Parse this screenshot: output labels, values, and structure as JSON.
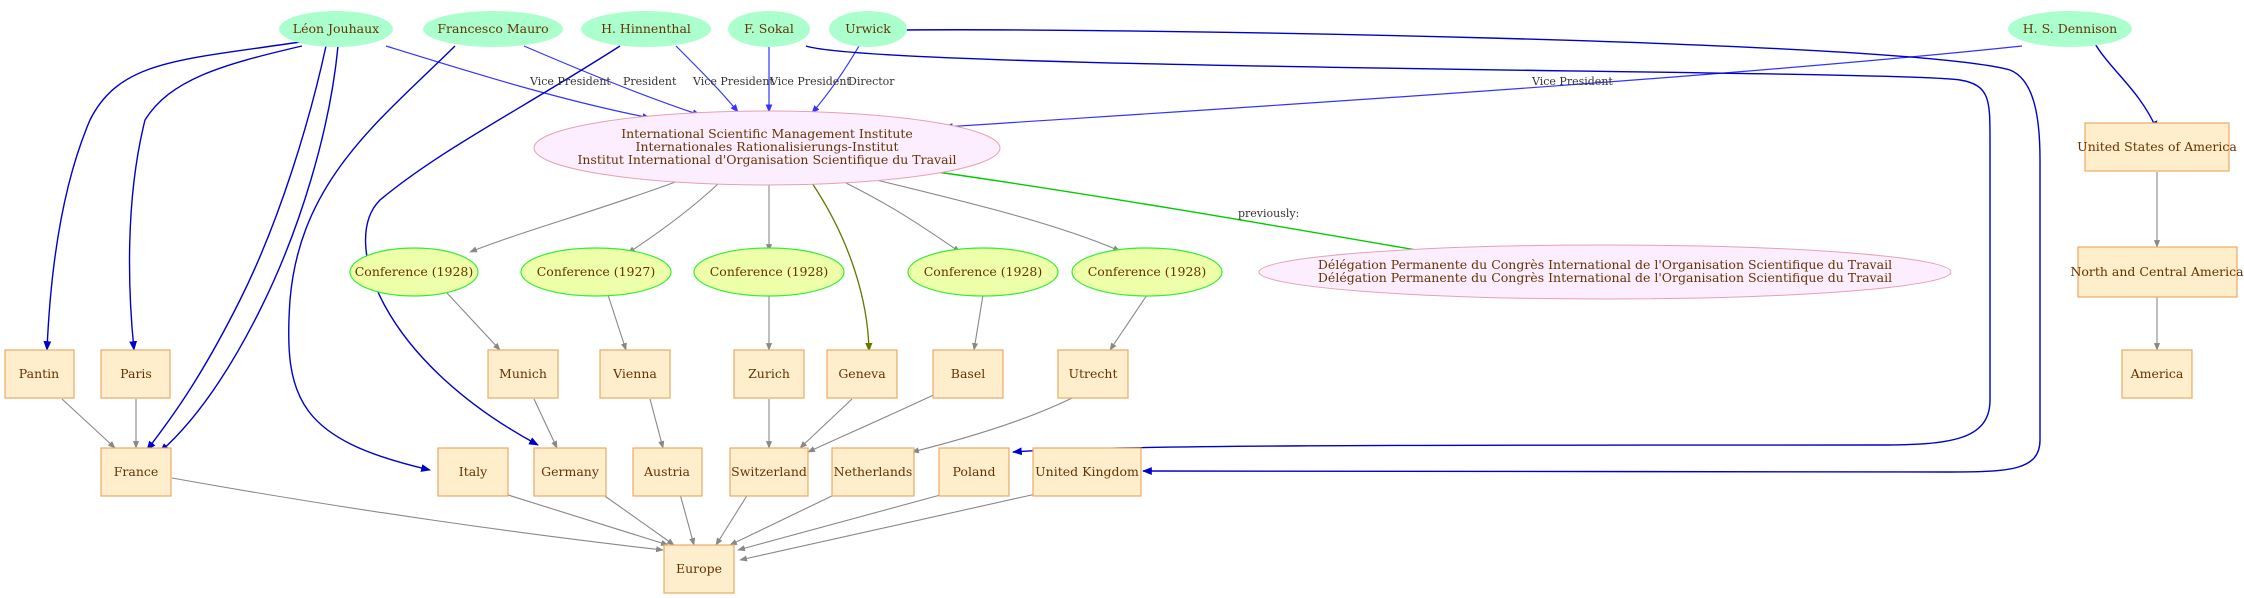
{
  "colors": {
    "person_fill": "#aaffcc",
    "institute_fill": "#fdeeff",
    "institute_stroke": "#e8a0ae",
    "conference_fill": "#eeffaa",
    "conference_stroke": "#33ee33",
    "place_fill": "#ffeecc",
    "place_stroke": "#e8aa66",
    "text": "#663300",
    "role_edge": "#3333ff",
    "person_place_edge": "#0000cc",
    "grey_edge": "#888888",
    "previously_edge": "#00cc00",
    "geneva_edge": "#667700"
  },
  "people": {
    "jouhaux": "Léon Jouhaux",
    "mauro": "Francesco Mauro",
    "hinnenthal": "H. Hinnenthal",
    "sokal": "F. Sokal",
    "urwick": "Urwick",
    "dennison": "H. S. Dennison"
  },
  "institute": {
    "line1": "International Scientific Management Institute",
    "line2": "Internationales Rationalisierungs-Institut",
    "line3": "Institut International d'Organisation Scientifique du Travail"
  },
  "delegation": {
    "line1": "Délégation Permanente du Congrès International de l'Organisation Scientifique du Travail",
    "line2": "Délégation Permanente du Congrès International de l'Organisation Scientifique du Travail"
  },
  "conferences": {
    "c1": "Conference (1928)",
    "c2": "Conference (1927)",
    "c3": "Conference (1928)",
    "c4": "Conference (1928)",
    "c5": "Conference (1928)"
  },
  "places": {
    "usa": "United States of America",
    "nca": "North and Central America",
    "america": "America",
    "pantin": "Pantin",
    "paris": "Paris",
    "munich": "Munich",
    "vienna": "Vienna",
    "zurich": "Zurich",
    "geneva": "Geneva",
    "basel": "Basel",
    "utrecht": "Utrecht",
    "france": "France",
    "italy": "Italy",
    "germany": "Germany",
    "austria": "Austria",
    "switzerland": "Switzerland",
    "netherlands": "Netherlands",
    "poland": "Poland",
    "uk": "United Kingdom",
    "europe": "Europe"
  },
  "edge_labels": {
    "jouhaux": "Vice President",
    "mauro": "President",
    "hinnenthal": "Vice President",
    "sokal": "Vice President",
    "urwick": "Director",
    "dennison": "Vice President",
    "previously": "previously:"
  }
}
